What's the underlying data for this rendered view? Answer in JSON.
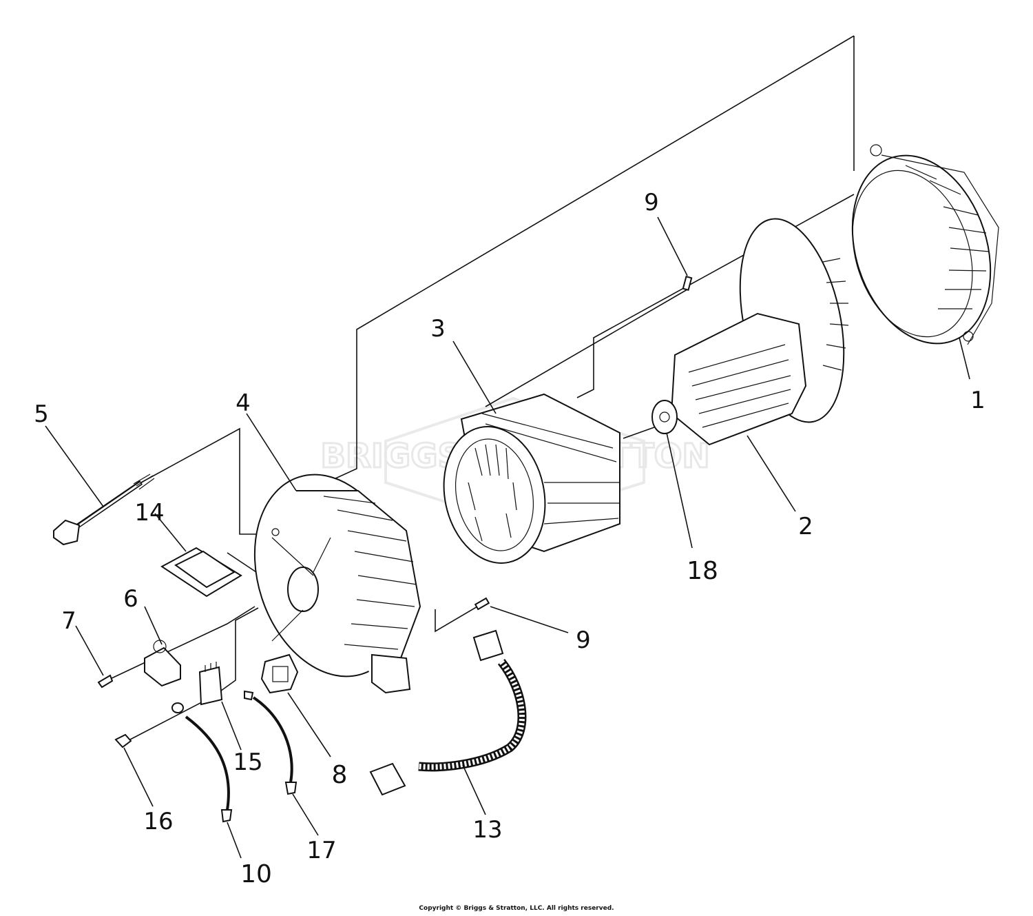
{
  "watermark": {
    "text": "BRIGGS & STRATTON"
  },
  "callouts": [
    {
      "id": "1",
      "text": "1"
    },
    {
      "id": "2",
      "text": "2"
    },
    {
      "id": "3",
      "text": "3"
    },
    {
      "id": "4",
      "text": "4"
    },
    {
      "id": "5",
      "text": "5"
    },
    {
      "id": "6",
      "text": "6"
    },
    {
      "id": "7",
      "text": "7"
    },
    {
      "id": "8",
      "text": "8"
    },
    {
      "id": "9a",
      "text": "9"
    },
    {
      "id": "9b",
      "text": "9"
    },
    {
      "id": "10",
      "text": "10"
    },
    {
      "id": "13",
      "text": "13"
    },
    {
      "id": "14",
      "text": "14"
    },
    {
      "id": "15",
      "text": "15"
    },
    {
      "id": "16",
      "text": "16"
    },
    {
      "id": "17",
      "text": "17"
    },
    {
      "id": "18",
      "text": "18"
    }
  ],
  "footer": {
    "copyright": "Copyright © Briggs & Stratton, LLC. All rights reserved."
  }
}
